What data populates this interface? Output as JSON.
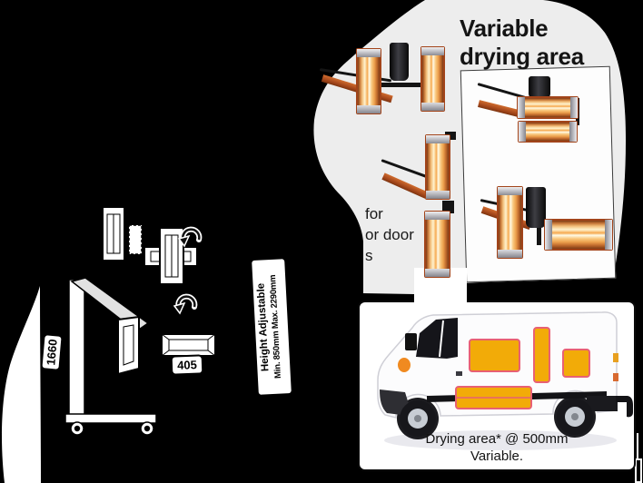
{
  "promo": {
    "title": {
      "line1": "Variable",
      "line2": "drying area"
    },
    "clipped_text": {
      "line1": "for",
      "line2": "or door",
      "line3": "s"
    }
  },
  "tech_drawing": {
    "height_dim_label": "1660",
    "width_dim_label": "405",
    "height_adjustable": {
      "line1": "Height Adjustable",
      "line2": "Min. 850mm Max. 2290mm"
    }
  },
  "van_panel": {
    "caption": {
      "line1": "Drying area* @ 500mm",
      "line2": "Variable."
    }
  },
  "colors": {
    "background": "#000000",
    "promo_blob": "#ededed",
    "white_panel": "#fdfdfd",
    "lamp_frame_orange": "#a2441a",
    "mount_arm_orange": "#b4511c",
    "van_zone_yellow": "#f2ab08",
    "van_zone_pink": "#e86074",
    "title_text": "#141414"
  }
}
